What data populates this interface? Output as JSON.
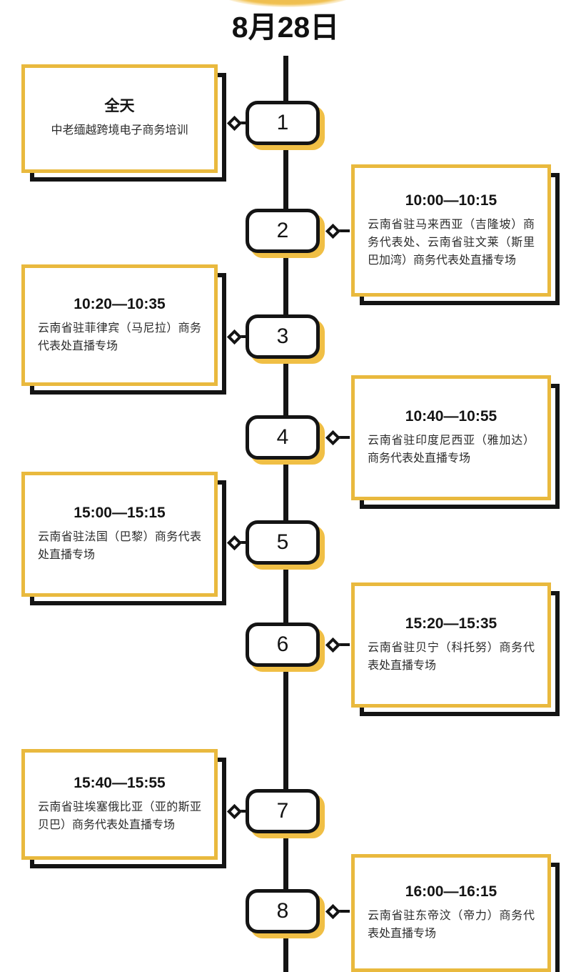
{
  "header": {
    "title": "8月28日",
    "arc_color": "#efbf50"
  },
  "theme": {
    "accent": "#e9b93e",
    "node_shadow": "#f0bf45",
    "ink": "#141414",
    "background": "#ffffff"
  },
  "timeline": {
    "nodes": [
      {
        "number": "1",
        "side": "left"
      },
      {
        "number": "2",
        "side": "right"
      },
      {
        "number": "3",
        "side": "left"
      },
      {
        "number": "4",
        "side": "right"
      },
      {
        "number": "5",
        "side": "left"
      },
      {
        "number": "6",
        "side": "right"
      },
      {
        "number": "7",
        "side": "left"
      },
      {
        "number": "8",
        "side": "right"
      }
    ],
    "events": [
      {
        "number": "1",
        "side": "left",
        "time": "全天",
        "description": "中老缅越跨境电子商务培训"
      },
      {
        "number": "2",
        "side": "right",
        "time": "10:00—10:15",
        "description": "云南省驻马来西亚（吉隆坡）商务代表处、云南省驻文莱（斯里巴加湾）商务代表处直播专场"
      },
      {
        "number": "3",
        "side": "left",
        "time": "10:20—10:35",
        "description": "云南省驻菲律宾（马尼拉）商务代表处直播专场"
      },
      {
        "number": "4",
        "side": "right",
        "time": "10:40—10:55",
        "description": "云南省驻印度尼西亚（雅加达）商务代表处直播专场"
      },
      {
        "number": "5",
        "side": "left",
        "time": "15:00—15:15",
        "description": "云南省驻法国（巴黎）商务代表处直播专场"
      },
      {
        "number": "6",
        "side": "right",
        "time": "15:20—15:35",
        "description": "云南省驻贝宁（科托努）商务代表处直播专场"
      },
      {
        "number": "7",
        "side": "left",
        "time": "15:40—15:55",
        "description": "云南省驻埃塞俄比亚（亚的斯亚贝巴）商务代表处直播专场"
      },
      {
        "number": "8",
        "side": "right",
        "time": "16:00—16:15",
        "description": "云南省驻东帝汶（帝力）商务代表处直播专场"
      }
    ]
  }
}
